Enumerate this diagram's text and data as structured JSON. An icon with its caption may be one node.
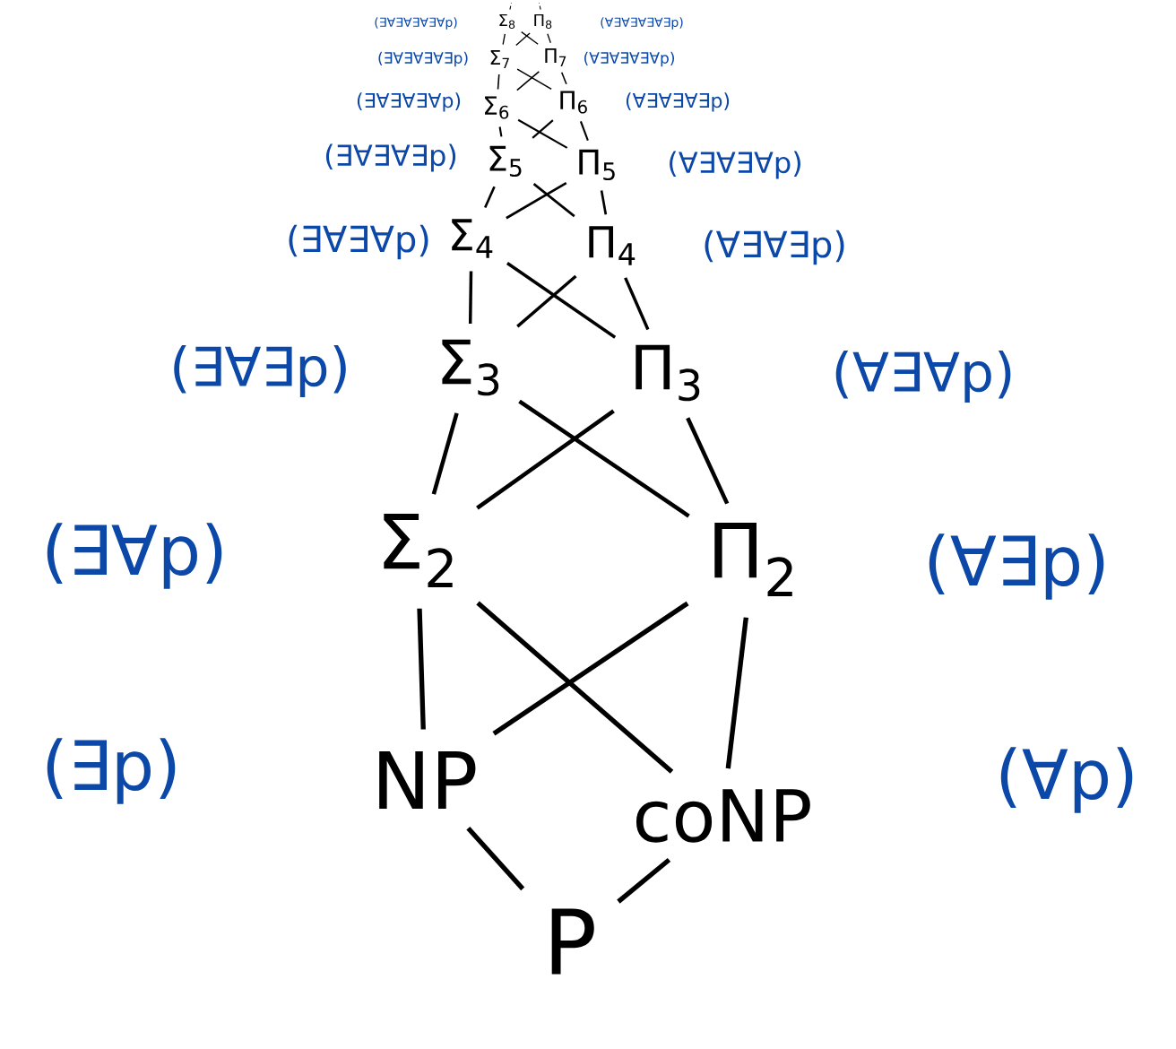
{
  "diagram": {
    "nodes": [
      {
        "text": [
          "Σ$_{8}$"
        ]
      },
      {
        "text": [
          "Π$_{8}$"
        ]
      },
      {
        "text": [
          "Σ$_{7}$"
        ]
      },
      {
        "text": [
          "Π$_{7}$"
        ]
      },
      {
        "text": [
          "Σ$_{6}$"
        ]
      },
      {
        "text": [
          "Π$_{6}$"
        ]
      },
      {
        "text": [
          "Σ$_{5}$"
        ]
      },
      {
        "text": [
          "Π$_{5}$"
        ]
      },
      {
        "text": [
          "Σ$_{4}$"
        ]
      },
      {
        "text": [
          "Π$_{4}$"
        ]
      },
      {
        "text": [
          "Σ$_{3}$"
        ]
      },
      {
        "text": [
          "Π$_{3}$"
        ]
      },
      {
        "text": [
          "Σ$_{2}$"
        ]
      },
      {
        "text": [
          "Π$_{2}$"
        ]
      },
      {
        "text": [
          "NP"
        ]
      },
      {
        "text": [
          "coNP"
        ]
      },
      {
        "text": [
          "P"
        ]
      }
    ],
    "edges": [
      {
        "from": 0,
        "to": null,
        "arrow": "none",
        "style": "dashed"
      },
      {
        "from": 1,
        "to": null,
        "arrow": "none",
        "style": "dashed"
      },
      {
        "from": 2,
        "to": 0,
        "arrow": "none"
      },
      {
        "from": 2,
        "to": 1,
        "arrow": "none"
      },
      {
        "from": 3,
        "to": 0,
        "arrow": "none"
      },
      {
        "from": 3,
        "to": 1,
        "arrow": "none"
      },
      {
        "from": 4,
        "to": 2,
        "arrow": "none"
      },
      {
        "from": 4,
        "to": 3,
        "arrow": "none"
      },
      {
        "from": 5,
        "to": 2,
        "arrow": "none"
      },
      {
        "from": 5,
        "to": 3,
        "arrow": "none"
      },
      {
        "from": 6,
        "to": 4,
        "arrow": "none"
      },
      {
        "from": 6,
        "to": 5,
        "arrow": "none"
      },
      {
        "from": 7,
        "to": 4,
        "arrow": "none"
      },
      {
        "from": 7,
        "to": 5,
        "arrow": "none"
      },
      {
        "from": 8,
        "to": 6,
        "arrow": "none"
      },
      {
        "from": 8,
        "to": 7,
        "arrow": "none"
      },
      {
        "from": 9,
        "to": 6,
        "arrow": "none"
      },
      {
        "from": 9,
        "to": 7,
        "arrow": "none"
      },
      {
        "from": 10,
        "to": 8,
        "arrow": "none"
      },
      {
        "from": 10,
        "to": 9,
        "arrow": "none"
      },
      {
        "from": 11,
        "to": 8,
        "arrow": "none"
      },
      {
        "from": 11,
        "to": 9,
        "arrow": "none"
      },
      {
        "from": 12,
        "to": 10,
        "arrow": "none"
      },
      {
        "from": 12,
        "to": 11,
        "arrow": "none"
      },
      {
        "from": 13,
        "to": 10,
        "arrow": "none"
      },
      {
        "from": 13,
        "to": 11,
        "arrow": "none"
      },
      {
        "from": 14,
        "to": 12,
        "arrow": "none"
      },
      {
        "from": 14,
        "to": 13,
        "arrow": "none"
      },
      {
        "from": 15,
        "to": 12,
        "arrow": "none"
      },
      {
        "from": 15,
        "to": 13,
        "arrow": "none"
      },
      {
        "from": 16,
        "to": 14,
        "arrow": "none"
      },
      {
        "from": 16,
        "to": 15,
        "arrow": "none"
      }
    ],
    "labels": [
      "(∃∀∃∀∃∀∃∀p)",
      "(∀∃∀∃∀∃∀∃p)",
      "(∃∀∃∀∃∀∃p)",
      "(∀∃∀∃∀∃∀p)",
      "(∃∀∃∀∃∀p)",
      "(∀∃∀∃∀∃p)",
      "(∃∀∃∀∃p)",
      "(∀∃∀∃∀p)",
      "(∃∀∃∀p)",
      "(∀∃∀∃p)",
      "(∃∀∃p)",
      "(∀∃∀p)",
      "(∃∀p)",
      "(∀∃p)",
      "(∃p)",
      "(∀p)"
    ]
  }
}
